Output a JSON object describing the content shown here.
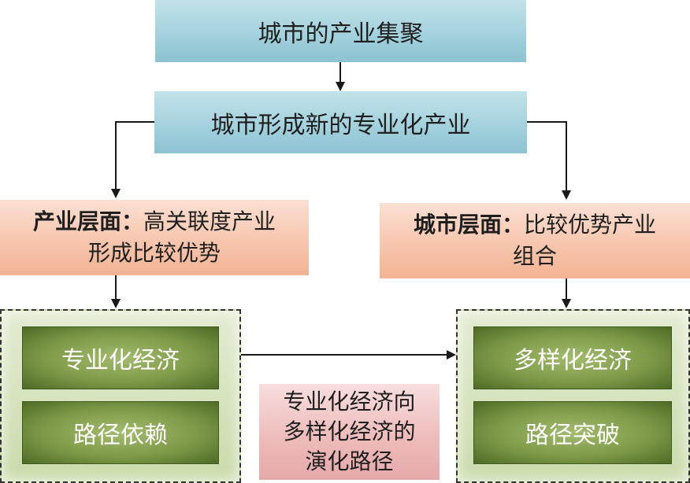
{
  "top": {
    "title": "城市的产业集聚"
  },
  "second": {
    "title": "城市形成新的专业化产业"
  },
  "left_level": {
    "label": "产业层面：",
    "line1_rest": "高关联度产业",
    "line2": "形成比较优势"
  },
  "right_level": {
    "label": "城市层面：",
    "line1_rest": "比较优势产业",
    "line2": "组合"
  },
  "left_group": {
    "item1": "专业化经济",
    "item2": "路径依赖"
  },
  "right_group": {
    "item1": "多样化经济",
    "item2": "路径突破"
  },
  "center_note": {
    "line1": "专业化经济向",
    "line2": "多样化经济的",
    "line3": "演化路径"
  }
}
